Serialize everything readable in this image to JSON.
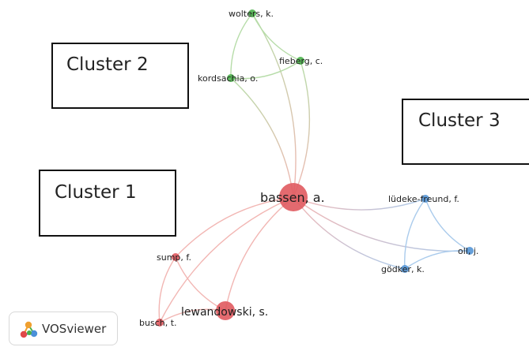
{
  "clusters": [
    {
      "label": "Cluster 1"
    },
    {
      "label": "Cluster 2"
    },
    {
      "label": "Cluster 3"
    }
  ],
  "colors": {
    "cluster1": "#e05a5f",
    "cluster2": "#4cb24c",
    "cluster3": "#5596d6",
    "edge1": "#f2b6b3",
    "edge2": "#b6dca8",
    "edge3": "#aacbec"
  },
  "nodes": [
    {
      "id": "bassen",
      "label": "bassen, a.",
      "cluster": 1
    },
    {
      "id": "lewandowski",
      "label": "lewandowski, s.",
      "cluster": 1
    },
    {
      "id": "sump",
      "label": "sump, f.",
      "cluster": 1
    },
    {
      "id": "busch",
      "label": "busch, t.",
      "cluster": 1
    },
    {
      "id": "wolters",
      "label": "wolters, k.",
      "cluster": 2
    },
    {
      "id": "fieberg",
      "label": "fieberg, c.",
      "cluster": 2
    },
    {
      "id": "kordsachia",
      "label": "kordsachia, o.",
      "cluster": 2
    },
    {
      "id": "ludeke",
      "label": "lüdeke-freund, f.",
      "cluster": 3
    },
    {
      "id": "oll",
      "label": "oll, j.",
      "cluster": 3
    },
    {
      "id": "godker",
      "label": "gödker, k.",
      "cluster": 3
    }
  ],
  "edges": [
    [
      "bassen",
      "lewandowski"
    ],
    [
      "bassen",
      "sump"
    ],
    [
      "bassen",
      "busch"
    ],
    [
      "sump",
      "lewandowski"
    ],
    [
      "sump",
      "busch"
    ],
    [
      "lewandowski",
      "busch"
    ],
    [
      "bassen",
      "wolters"
    ],
    [
      "bassen",
      "kordsachia"
    ],
    [
      "bassen",
      "fieberg"
    ],
    [
      "wolters",
      "kordsachia"
    ],
    [
      "wolters",
      "fieberg"
    ],
    [
      "kordsachia",
      "fieberg"
    ],
    [
      "bassen",
      "ludeke"
    ],
    [
      "bassen",
      "oll"
    ],
    [
      "bassen",
      "godker"
    ],
    [
      "ludeke",
      "oll"
    ],
    [
      "ludeke",
      "godker"
    ],
    [
      "oll",
      "godker"
    ]
  ],
  "branding": {
    "label": "VOSviewer",
    "icon": "vosviewer-logo-icon"
  }
}
